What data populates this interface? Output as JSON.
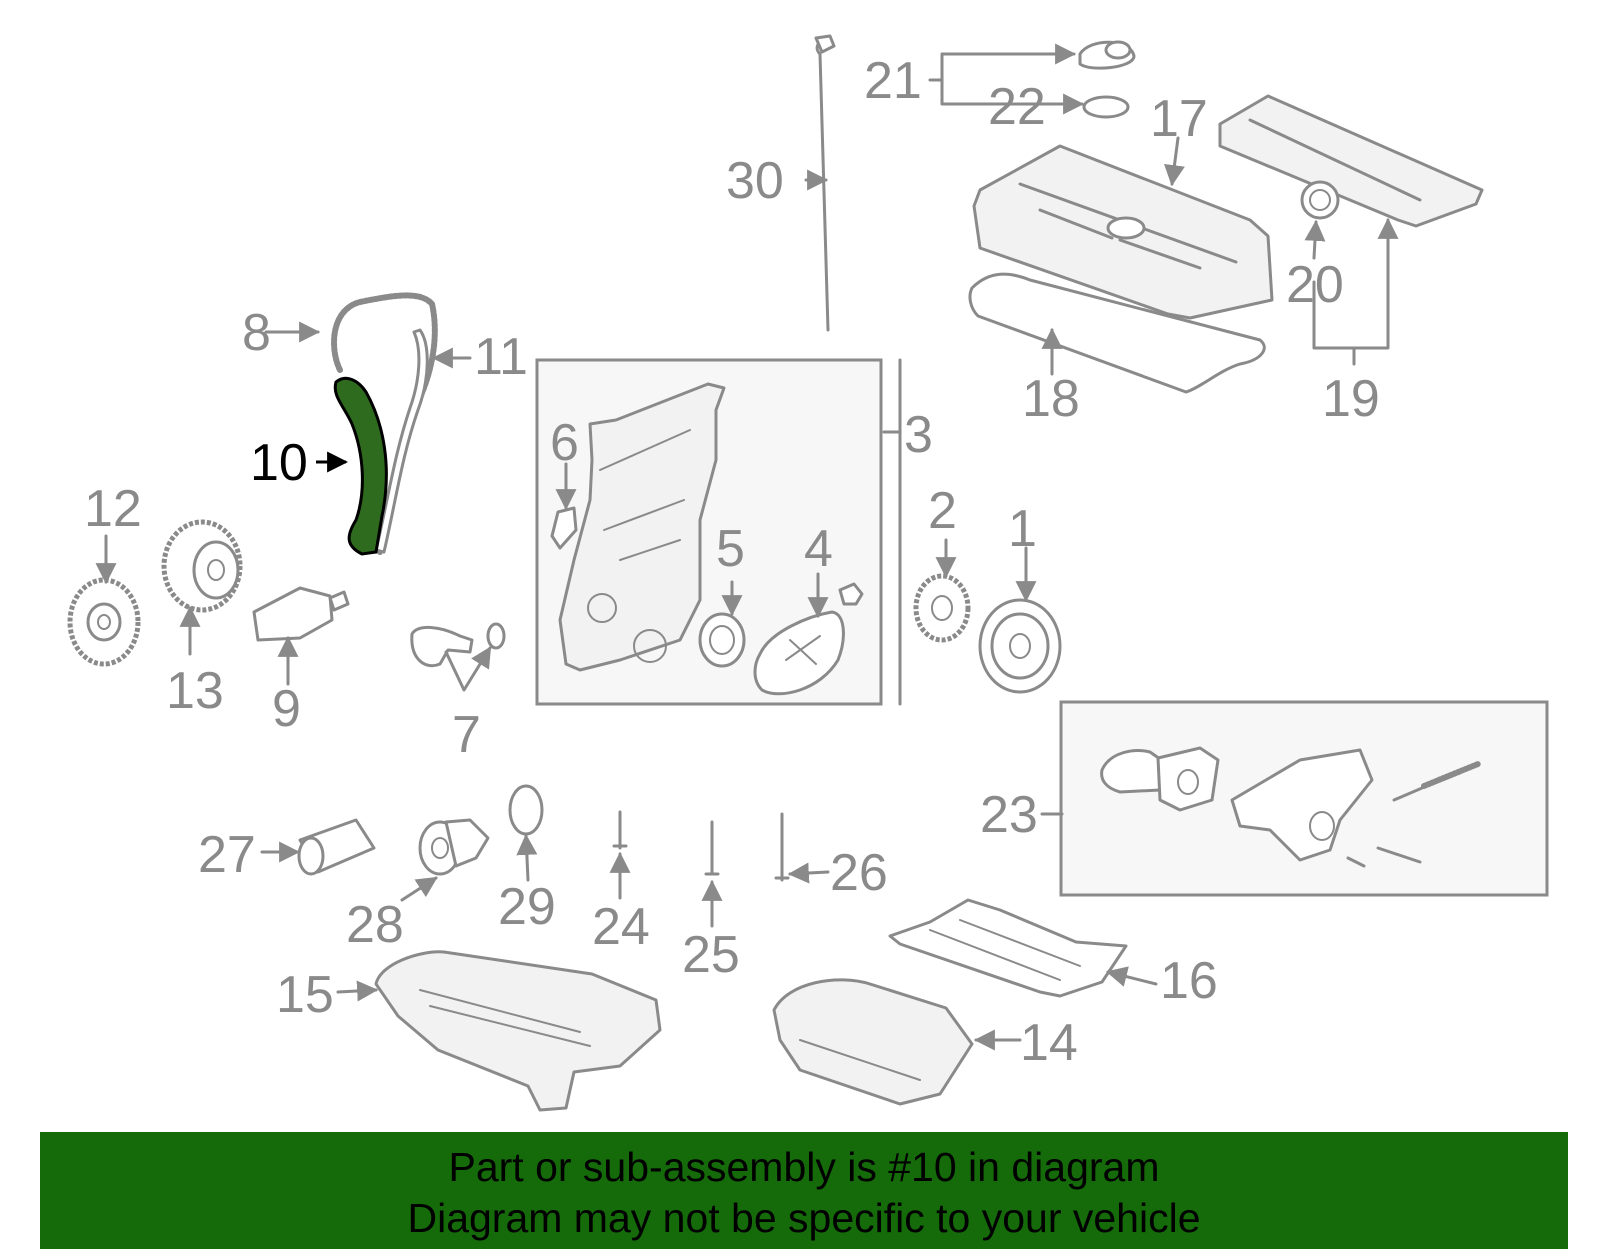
{
  "highlight": {
    "part": "10",
    "color": "#2e6b1e"
  },
  "footer": {
    "line1": "Part or sub-assembly is #10 in diagram",
    "line2": "Diagram may not be specific to your vehicle",
    "background": "#156b0a"
  },
  "callouts": {
    "n1": "1",
    "n2": "2",
    "n3": "3",
    "n4": "4",
    "n5": "5",
    "n6": "6",
    "n7": "7",
    "n8": "8",
    "n9": "9",
    "n10": "10",
    "n11": "11",
    "n12": "12",
    "n13": "13",
    "n14": "14",
    "n15": "15",
    "n16": "16",
    "n17": "17",
    "n18": "18",
    "n19": "19",
    "n20": "20",
    "n21": "21",
    "n22": "22",
    "n23": "23",
    "n24": "24",
    "n25": "25",
    "n26": "26",
    "n27": "27",
    "n28": "28",
    "n29": "29",
    "n30": "30"
  }
}
